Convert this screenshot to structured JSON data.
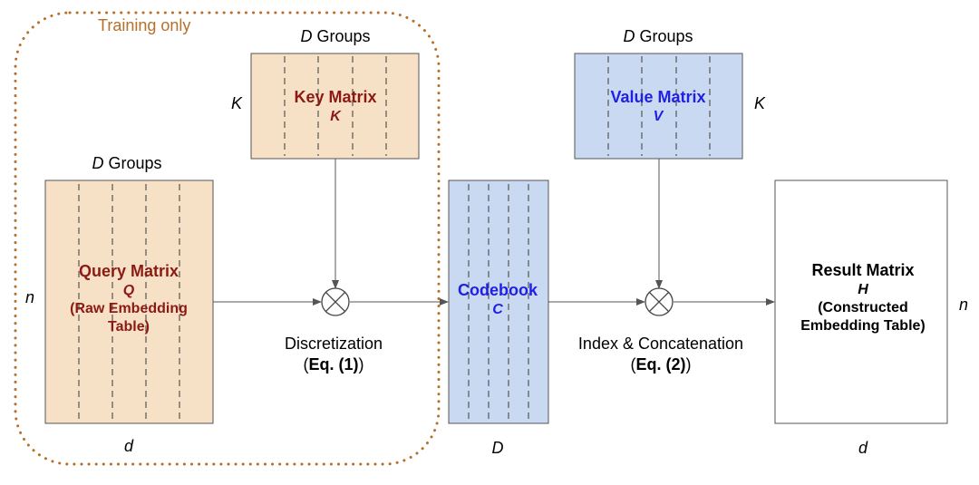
{
  "training_region": {
    "label": "Training only",
    "color": "#b5702a"
  },
  "colors": {
    "orange_fill": "#f6e0c6",
    "blue_fill": "#c9d9f2",
    "red_text": "#8b1a14",
    "blue_text": "#1f1fe6"
  },
  "query_matrix": {
    "groups_prefix": "D",
    "groups_word": "Groups",
    "title": "Query Matrix",
    "symbol": "Q",
    "subtitle_line1": "(Raw Embedding",
    "subtitle_line2": "Table)",
    "row_dim": "n",
    "col_dim": "d"
  },
  "key_matrix": {
    "groups_prefix": "D",
    "groups_word": "Groups",
    "title": "Key Matrix",
    "symbol": "K",
    "row_dim": "K"
  },
  "value_matrix": {
    "groups_prefix": "D",
    "groups_word": "Groups",
    "title": "Value Matrix",
    "symbol": "V",
    "row_dim": "K"
  },
  "codebook": {
    "title": "Codebook",
    "symbol": "C",
    "col_dim": "D"
  },
  "result_matrix": {
    "title": "Result Matrix",
    "symbol": "H",
    "subtitle_line1": "(Constructed",
    "subtitle_line2": "Embedding Table)",
    "row_dim": "n",
    "col_dim": "d"
  },
  "operation1": {
    "name": "Discretization",
    "eq_open": "(",
    "eq": "Eq. (1)",
    "eq_close": ")"
  },
  "operation2": {
    "name": "Index & Concatenation",
    "eq_open": "(",
    "eq": "Eq. (2)",
    "eq_close": ")"
  }
}
